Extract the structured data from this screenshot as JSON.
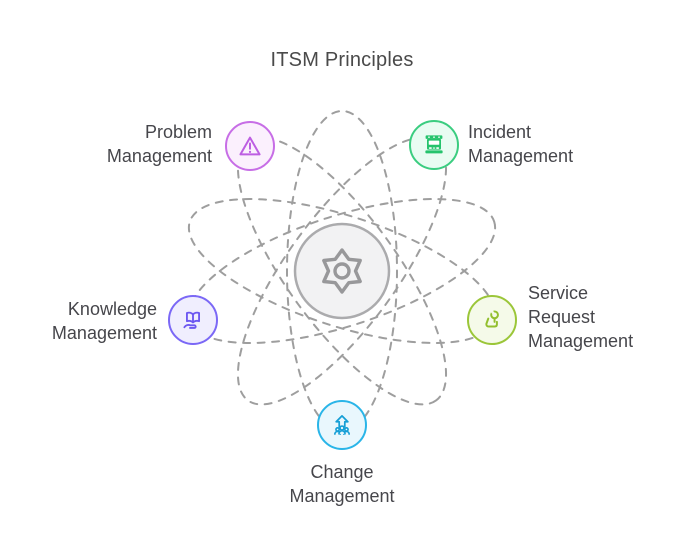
{
  "title": "ITSM Principles",
  "colors": {
    "text": "#46464b",
    "title_text": "#4a4a4a",
    "orbit": "#9e9e9e",
    "center_fill": "#f2f2f3",
    "center_stroke": "#ababad",
    "gear": "#98989a"
  },
  "center": {
    "icon": "gear-icon"
  },
  "nodes": [
    {
      "id": "problem",
      "lines": [
        "Problem",
        "Management"
      ],
      "icon": "warning-triangle-icon",
      "border": "#c76ee6",
      "fill": "#fbf0fd",
      "icon_color": "#bd5ee2"
    },
    {
      "id": "incident",
      "lines": [
        "Incident",
        "Management"
      ],
      "icon": "truck-icon",
      "border": "#3bcd80",
      "fill": "#e9fcf2",
      "icon_color": "#25c36c"
    },
    {
      "id": "knowledge",
      "lines": [
        "Knowledge",
        "Management"
      ],
      "icon": "book-hand-icon",
      "border": "#7b68f6",
      "fill": "#f0eefe",
      "icon_color": "#6d58f1"
    },
    {
      "id": "service",
      "lines": [
        "Service",
        "Request",
        "Management"
      ],
      "icon": "wrench-person-icon",
      "border": "#9bc639",
      "fill": "#f5fae9",
      "icon_color": "#93bf2e"
    },
    {
      "id": "change",
      "lines": [
        "Change",
        "Management"
      ],
      "icon": "people-arrow-icon",
      "border": "#2ab5e8",
      "fill": "#e9f7fd",
      "icon_color": "#169fd6"
    }
  ]
}
